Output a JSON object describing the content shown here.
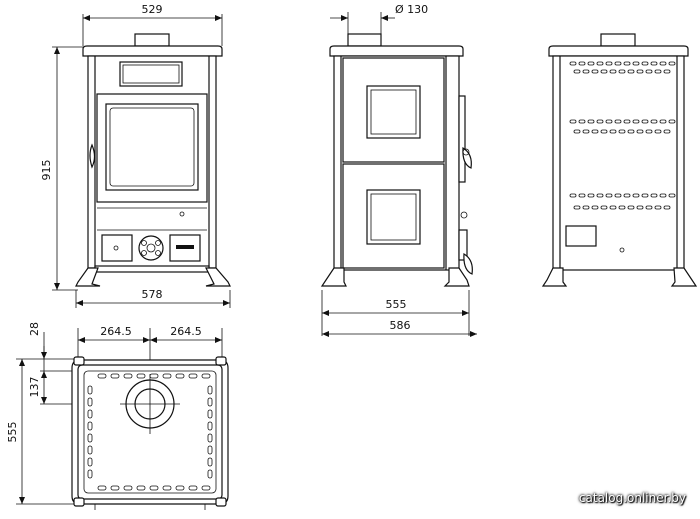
{
  "dimensions": {
    "front_width": "529",
    "total_height": "915",
    "front_base_width": "578",
    "flue_diameter": "Ø 130",
    "side_depth": "555",
    "side_total_depth": "586",
    "top_offset_back": "28",
    "top_flue_offset": "137",
    "top_half_left": "264.5",
    "top_half_right": "264.5",
    "top_depth": "555"
  },
  "watermark": "catalog.onliner.by"
}
